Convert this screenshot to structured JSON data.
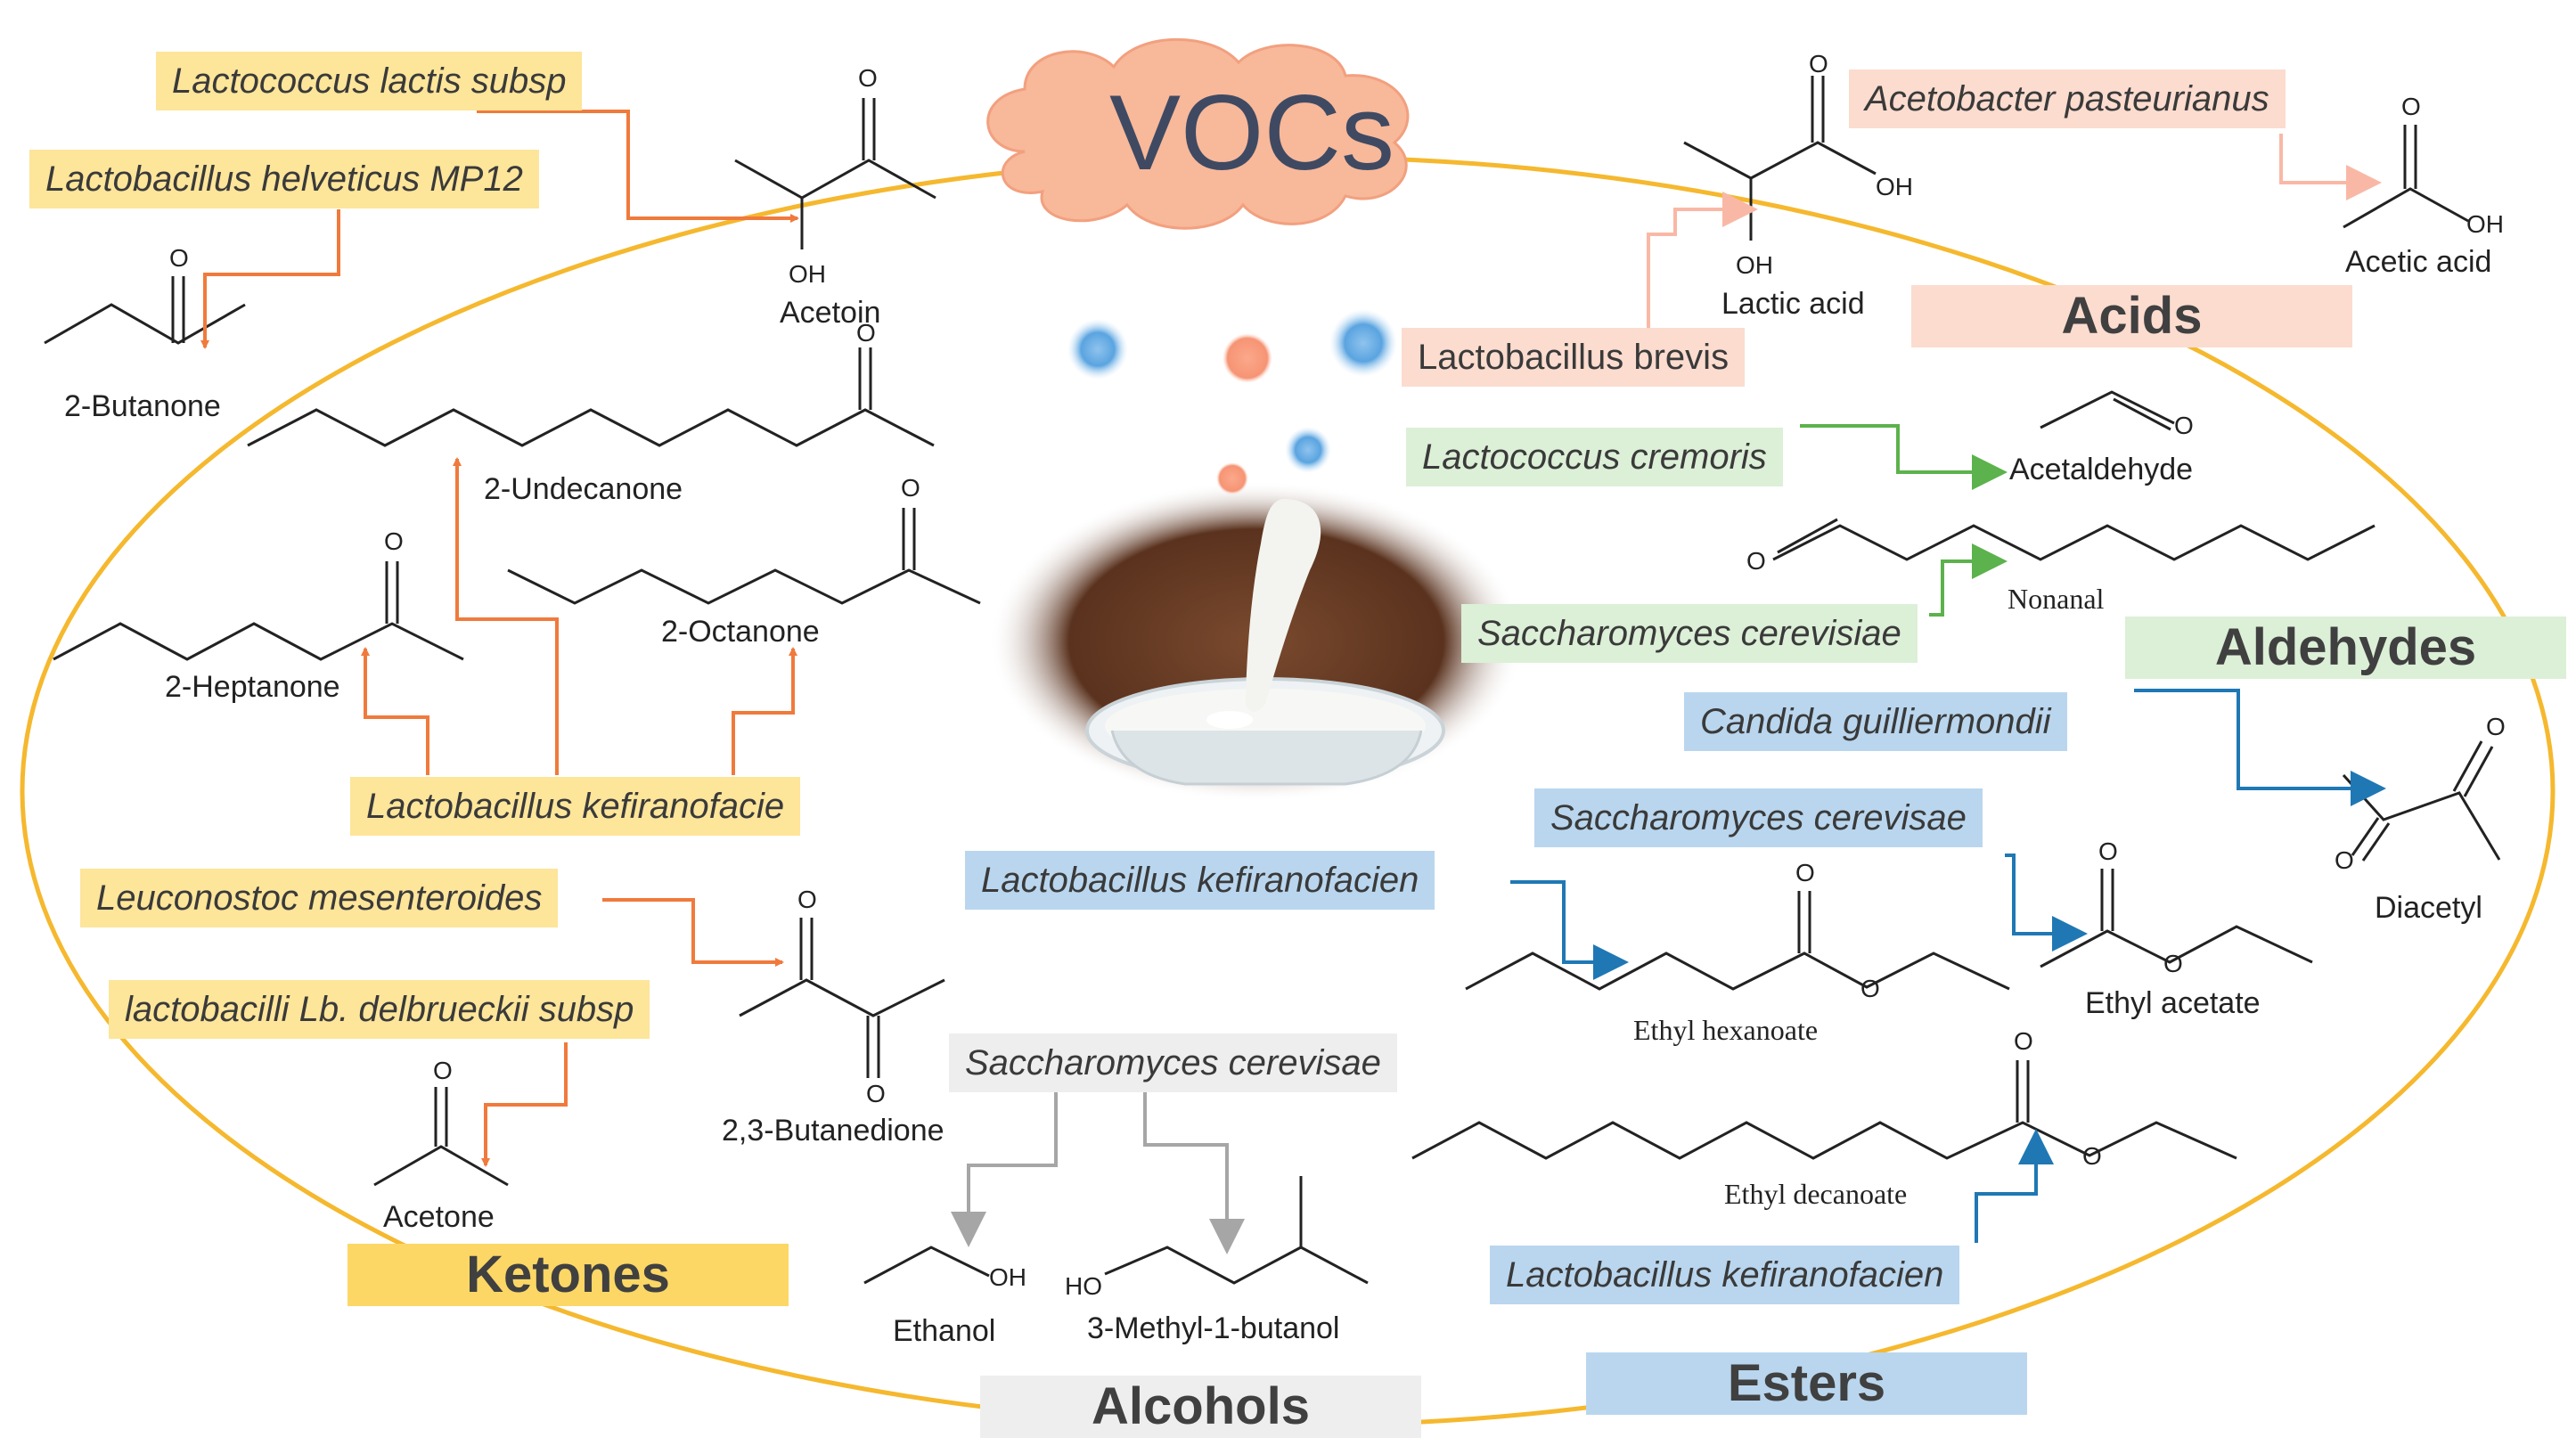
{
  "title": "VOCs",
  "categories": {
    "ketones": "Ketones",
    "acids": "Acids",
    "aldehydes": "Aldehydes",
    "esters": "Esters",
    "alcohols": "Alcohols"
  },
  "organisms": {
    "lactococcus_lactis": "Lactococcus lactis subsp",
    "lb_helveticus": "Lactobacillus helveticus MP12",
    "lb_kefiranofacie": "Lactobacillus kefiranofacie",
    "leuconostoc": "Leuconostoc mesenteroides",
    "lb_delbrueckii": "lactobacilli Lb. delbrueckii subsp",
    "acetobacter": "Acetobacter pasteurianus",
    "lb_brevis": "Lactobacillus brevis",
    "lc_cremoris": "Lactococcus cremoris",
    "s_cerevisiae_ald": "Saccharomyces cerevisiae",
    "candida": "Candida guilliermondii",
    "s_cerevisae_est": "Saccharomyces cerevisae",
    "lb_kefiranofacien_1": "Lactobacillus kefiranofacien",
    "lb_kefiranofacien_2": "Lactobacillus kefiranofacien",
    "s_cerevisae_alc": "Saccharomyces cerevisae"
  },
  "compounds": {
    "acetoin": "Acetoin",
    "butanone": "2-Butanone",
    "undecanone": "2-Undecanone",
    "octanone": "2-Octanone",
    "heptanone": "2-Heptanone",
    "butanedione": "2,3-Butanedione",
    "acetone": "Acetone",
    "lactic_acid": "Lactic acid",
    "acetic_acid": "Acetic acid",
    "acetaldehyde": "Acetaldehyde",
    "nonanal": "Nonanal",
    "diacetyl": "Diacetyl",
    "ethyl_hexanoate": "Ethyl hexanoate",
    "ethyl_acetate": "Ethyl acetate",
    "ethyl_decanoate": "Ethyl decanoate",
    "ethanol": "Ethanol",
    "methylbutanol": "3-Methyl-1-butanol"
  },
  "atoms": {
    "O": "O",
    "OH": "OH",
    "HO": "HO"
  },
  "colors": {
    "ellipse": "#f5b82e",
    "cloud": "#f8b89a",
    "arrow_orange": "#f07a3c",
    "arrow_peach": "#f9b8a6",
    "arrow_green": "#5cb24c",
    "arrow_blue": "#1f78b4",
    "arrow_gray": "#a6a6a6"
  }
}
